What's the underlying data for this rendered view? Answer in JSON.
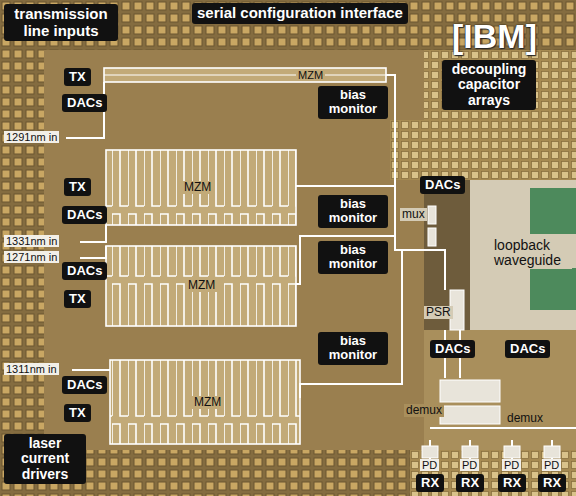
{
  "diagram": {
    "nodes": [
      {
        "text": [
          "transmission line inputs"
        ]
      },
      {
        "text": [
          "serial configuration interface"
        ]
      },
      {
        "text": [
          "decoupling capacitor arrays"
        ]
      },
      {
        "text": [
          "TX"
        ]
      },
      {
        "text": [
          "DACs"
        ]
      },
      {
        "text": [
          "bias monitor"
        ]
      },
      {
        "text": [
          "TX"
        ]
      },
      {
        "text": [
          "DACs"
        ]
      },
      {
        "text": [
          "DACs"
        ]
      },
      {
        "text": [
          "bias monitor"
        ]
      },
      {
        "text": [
          "bias monitor"
        ]
      },
      {
        "text": [
          "DACs"
        ]
      },
      {
        "text": [
          "TX"
        ]
      },
      {
        "text": [
          "bias monitor"
        ]
      },
      {
        "text": [
          "DACs"
        ]
      },
      {
        "text": [
          "DACs"
        ]
      },
      {
        "text": [
          "DACs"
        ]
      },
      {
        "text": [
          "TX"
        ]
      },
      {
        "text": [
          "laser current drivers"
        ]
      },
      {
        "text": [
          "RX"
        ]
      },
      {
        "text": [
          "RX"
        ]
      },
      {
        "text": [
          "RX"
        ]
      },
      {
        "text": [
          "RX"
        ]
      }
    ],
    "labels": [
      "[IBM]",
      "MZM",
      "1291nm in",
      "MZM",
      "1331nm in",
      "1271nm in",
      "MZM",
      "1311nm in",
      "MZM",
      "mux",
      "loopback waveguide",
      "PSR",
      "demux",
      "demux",
      "PD",
      "PD",
      "PD",
      "PD"
    ]
  }
}
